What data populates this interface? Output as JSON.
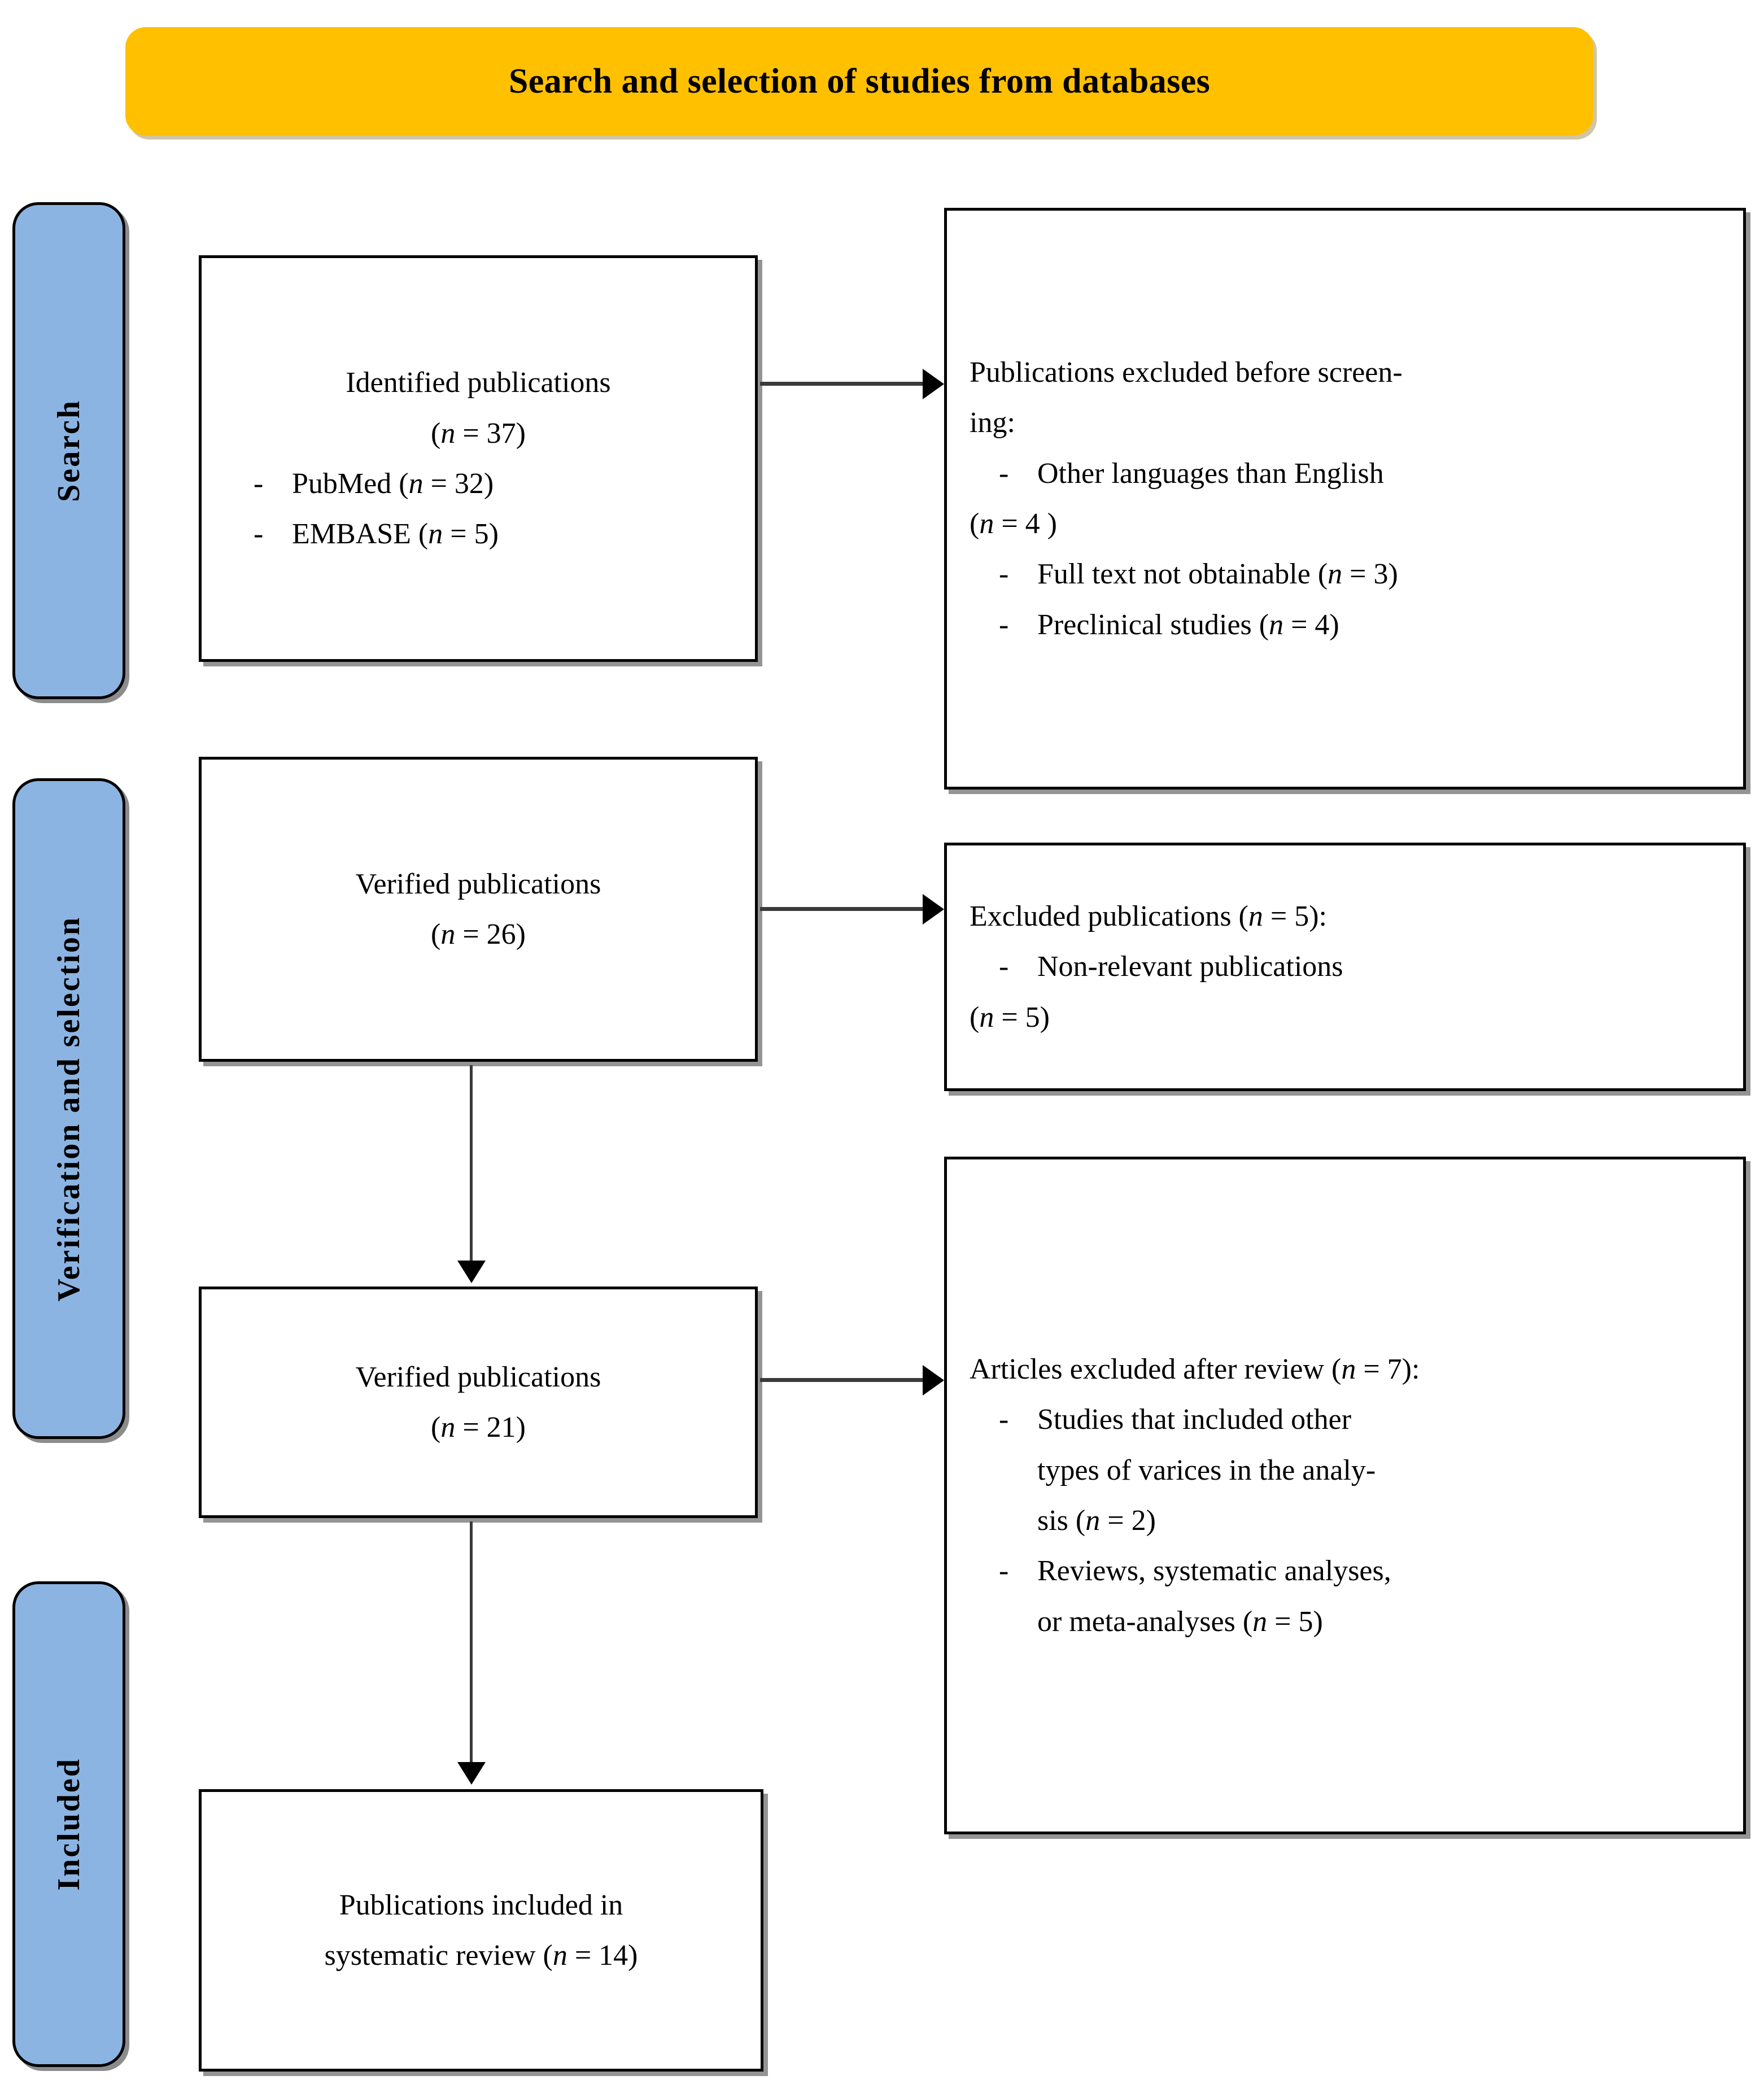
{
  "title": {
    "text": "Search and selection of studies from databases",
    "background_color": "#FFC000"
  },
  "stages": [
    {
      "id": "search",
      "label": "Search"
    },
    {
      "id": "verification",
      "label": "Verification and selection"
    },
    {
      "id": "included",
      "label": "Included"
    }
  ],
  "stage_color": "#8CB4E2",
  "boxes": {
    "identified": {
      "heading": "Identified publications",
      "count_line": "(n = 37)",
      "items": [
        {
          "dash": "-",
          "text": "PubMed (n = 32)"
        },
        {
          "dash": "-",
          "text": "EMBASE (n = 5)"
        }
      ]
    },
    "excluded_before_screening": {
      "heading_line1": "Publications excluded before screen-",
      "heading_line2": "ing:",
      "items": [
        {
          "dash": "-",
          "text": "Other languages than English",
          "cont": "(n = 4 )"
        },
        {
          "dash": "-",
          "text": "Full text not obtainable (n = 3)",
          "cont": ""
        },
        {
          "dash": "-",
          "text": "Preclinical studies (n = 4)",
          "cont": ""
        }
      ]
    },
    "verified_26": {
      "heading": "Verified publications",
      "count_line": "(n = 26)"
    },
    "excluded_publications_5": {
      "heading": "Excluded publications (n = 5):",
      "items": [
        {
          "dash": "-",
          "text": "Non-relevant publications",
          "cont": "(n = 5)"
        }
      ]
    },
    "verified_21": {
      "heading": "Verified publications",
      "count_line": "(n = 21)"
    },
    "articles_excluded_after_review": {
      "heading": "Articles excluded after review (n = 7):",
      "items": [
        {
          "dash": "-",
          "text": "Studies that included other",
          "cont1": "types of varices in the analy-",
          "cont2": "sis (n = 2)"
        },
        {
          "dash": "-",
          "text": "Reviews, systematic analyses,",
          "cont1": "or meta-analyses (n = 5)",
          "cont2": ""
        }
      ]
    },
    "included_14": {
      "line1": "Publications included in",
      "line2": "systematic review (n = 14)"
    }
  }
}
